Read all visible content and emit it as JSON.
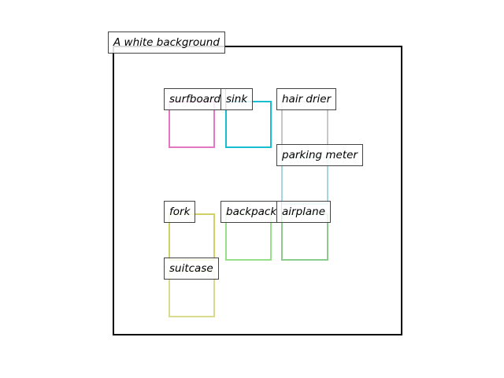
{
  "title": "A white background",
  "frame_color": "#000000",
  "objects": [
    {
      "label": "surfboard",
      "color": "#e377c2"
    },
    {
      "label": "sink",
      "color": "#17becf"
    },
    {
      "label": "hair drier",
      "color": "#c7c7c7"
    },
    {
      "label": "parking meter",
      "color": "#9edae5"
    },
    {
      "label": "fork",
      "color": "#bcbd22"
    },
    {
      "label": "backpack",
      "color": "#98df8a"
    },
    {
      "label": "airplane",
      "color": "#2ca02c"
    },
    {
      "label": "suitcase",
      "color": "#dbdb8d"
    }
  ]
}
